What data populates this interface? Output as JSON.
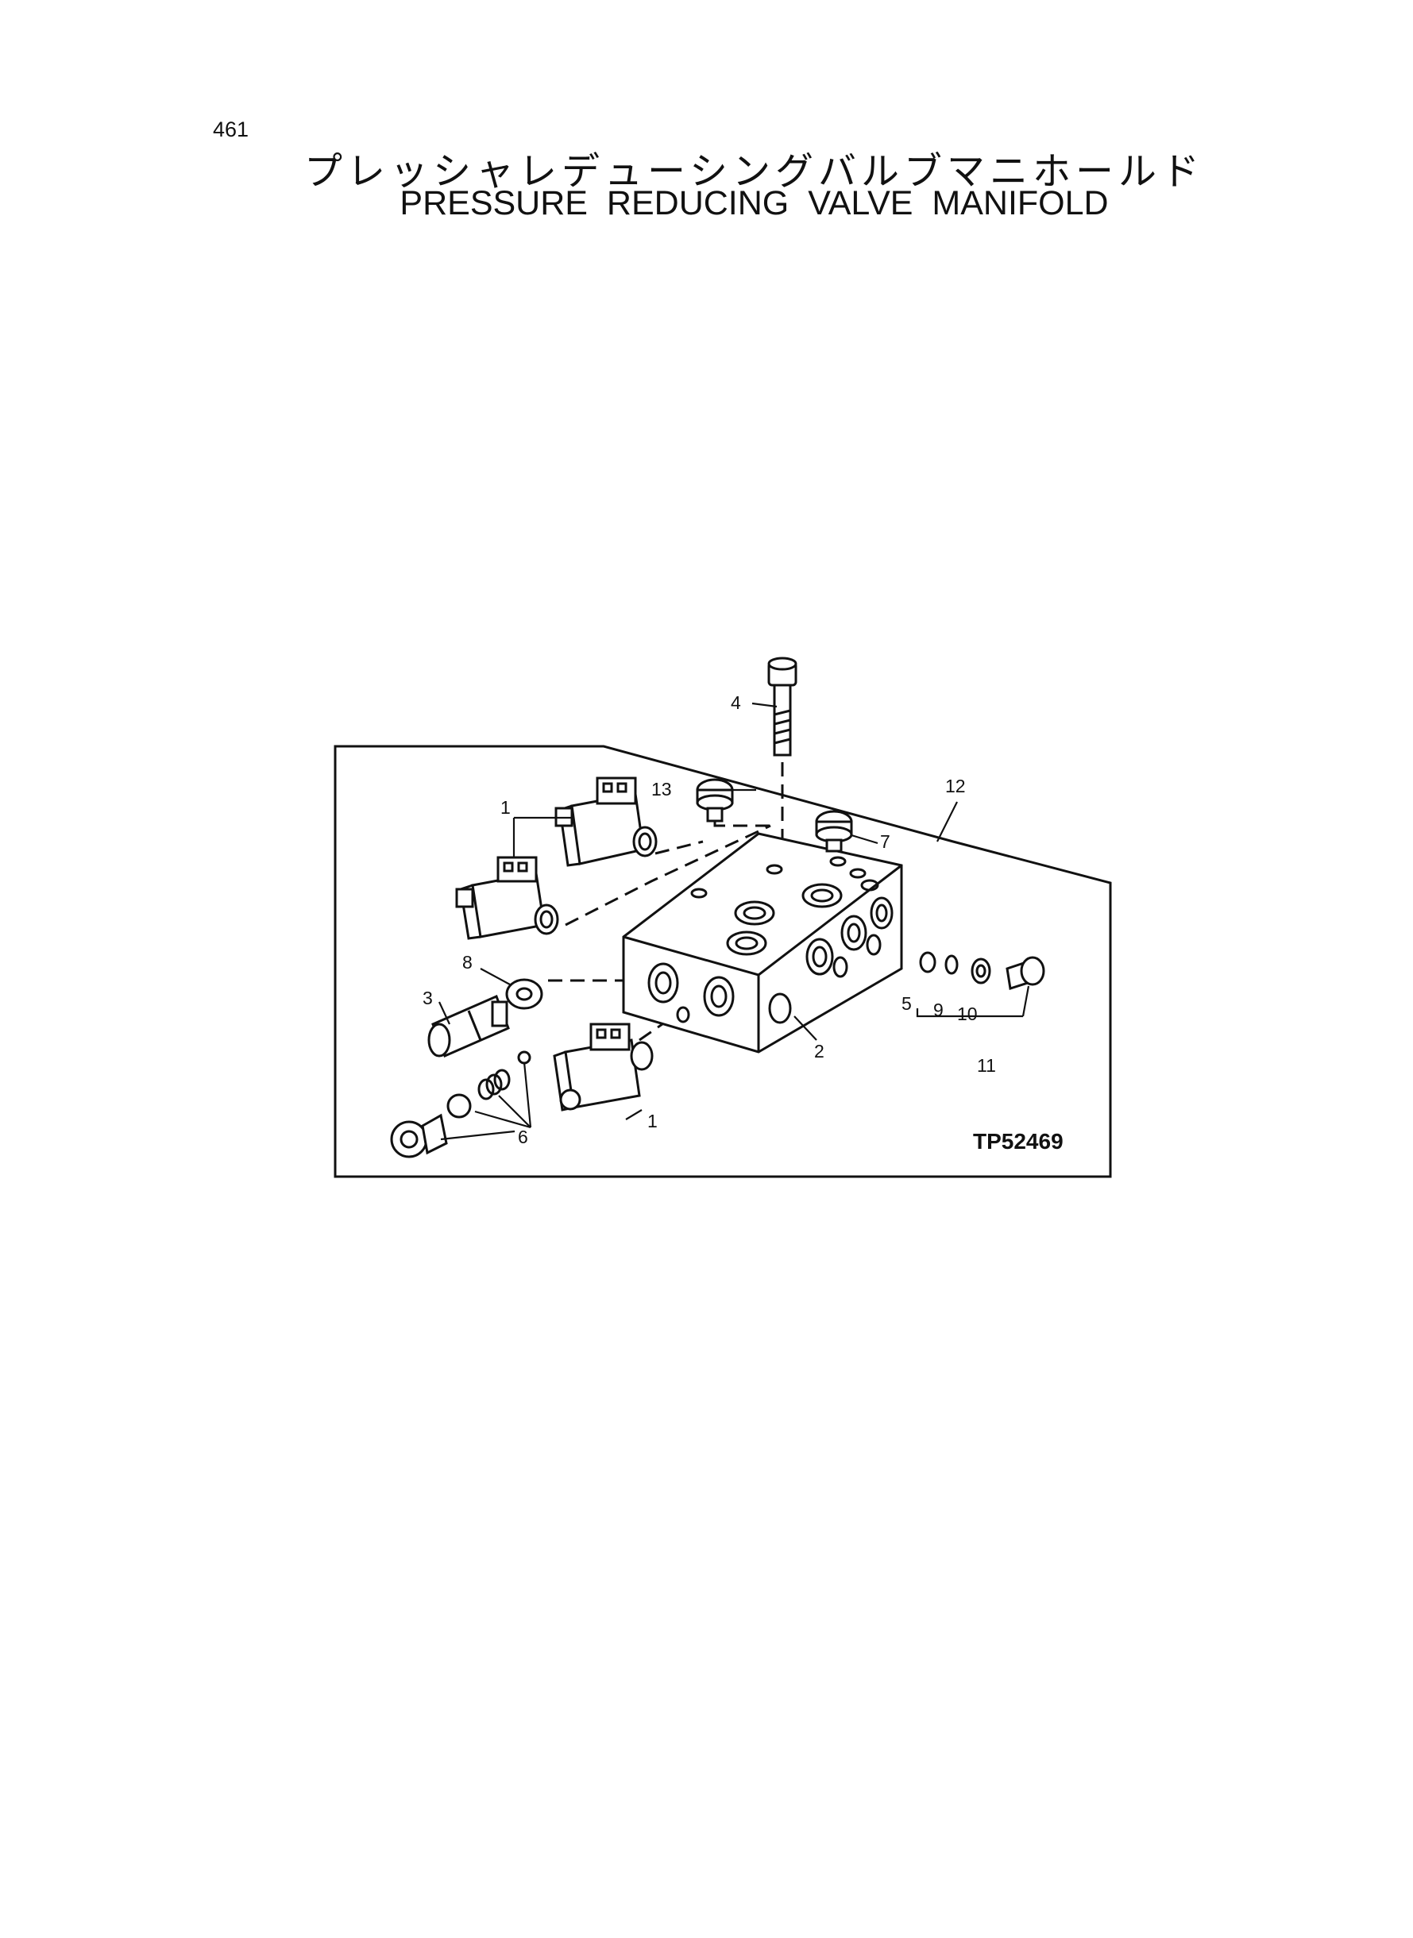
{
  "page": {
    "number": "461",
    "title_jp": "プレッシャレデューシングバルブマニホールド",
    "title_en": "PRESSURE REDUCING VALVE MANIFOLD"
  },
  "diagram": {
    "figure_code": "TP52469",
    "callouts": {
      "solenoid_top": "1",
      "solenoid_bottom": "1",
      "manifold_block": "2",
      "cartridge": "3",
      "bolt": "4",
      "o_ring_5": "5",
      "check_valve_kit": "6",
      "plug_7": "7",
      "seal_8": "8",
      "o_ring_9": "9",
      "washer_10": "10",
      "plug_kit_11": "11",
      "valve_assembly": "12",
      "plug_13": "13"
    }
  }
}
